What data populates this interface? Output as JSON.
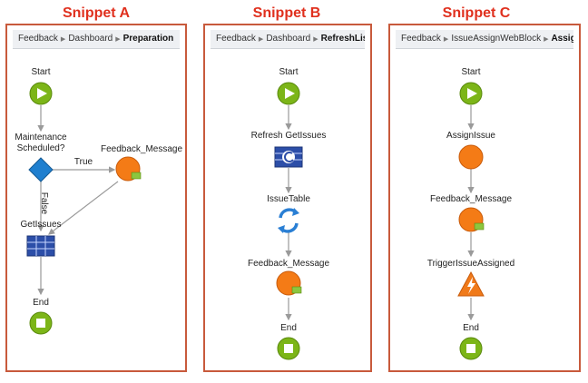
{
  "snippets": [
    {
      "title": "Snippet A",
      "breadcrumb": [
        "Feedback",
        "Dashboard",
        "Preparation"
      ],
      "nodes": {
        "start": "Start",
        "maintenance": "Maintenance Scheduled?",
        "feedback": "Feedback_Message",
        "getissues": "GetIssues",
        "end": "End"
      },
      "edges": {
        "true_label": "True",
        "false_label": "False"
      }
    },
    {
      "title": "Snippet B",
      "breadcrumb": [
        "Feedback",
        "Dashboard",
        "RefreshList"
      ],
      "nodes": {
        "start": "Start",
        "refresh": "Refresh GetIssues",
        "issuetable": "IssueTable",
        "feedback": "Feedback_Message",
        "end": "End"
      }
    },
    {
      "title": "Snippet C",
      "breadcrumb": [
        "Feedback",
        "IssueAssignWebBlock",
        "Assign"
      ],
      "nodes": {
        "start": "Start",
        "assignissue": "AssignIssue",
        "feedback": "Feedback_Message",
        "trigger": "TriggerIssueAssigned",
        "end": "End"
      }
    }
  ],
  "colors": {
    "title": "#e0301e",
    "panel_border": "#c85a3c",
    "start_end": "#7cb518",
    "orange": "#f47b16",
    "diamond": "#1f7fcf",
    "grid": "#2c4ea8",
    "refresh": "#2a7fd4",
    "trigger": "#f07a1a",
    "connector": "#9a9a9a"
  }
}
